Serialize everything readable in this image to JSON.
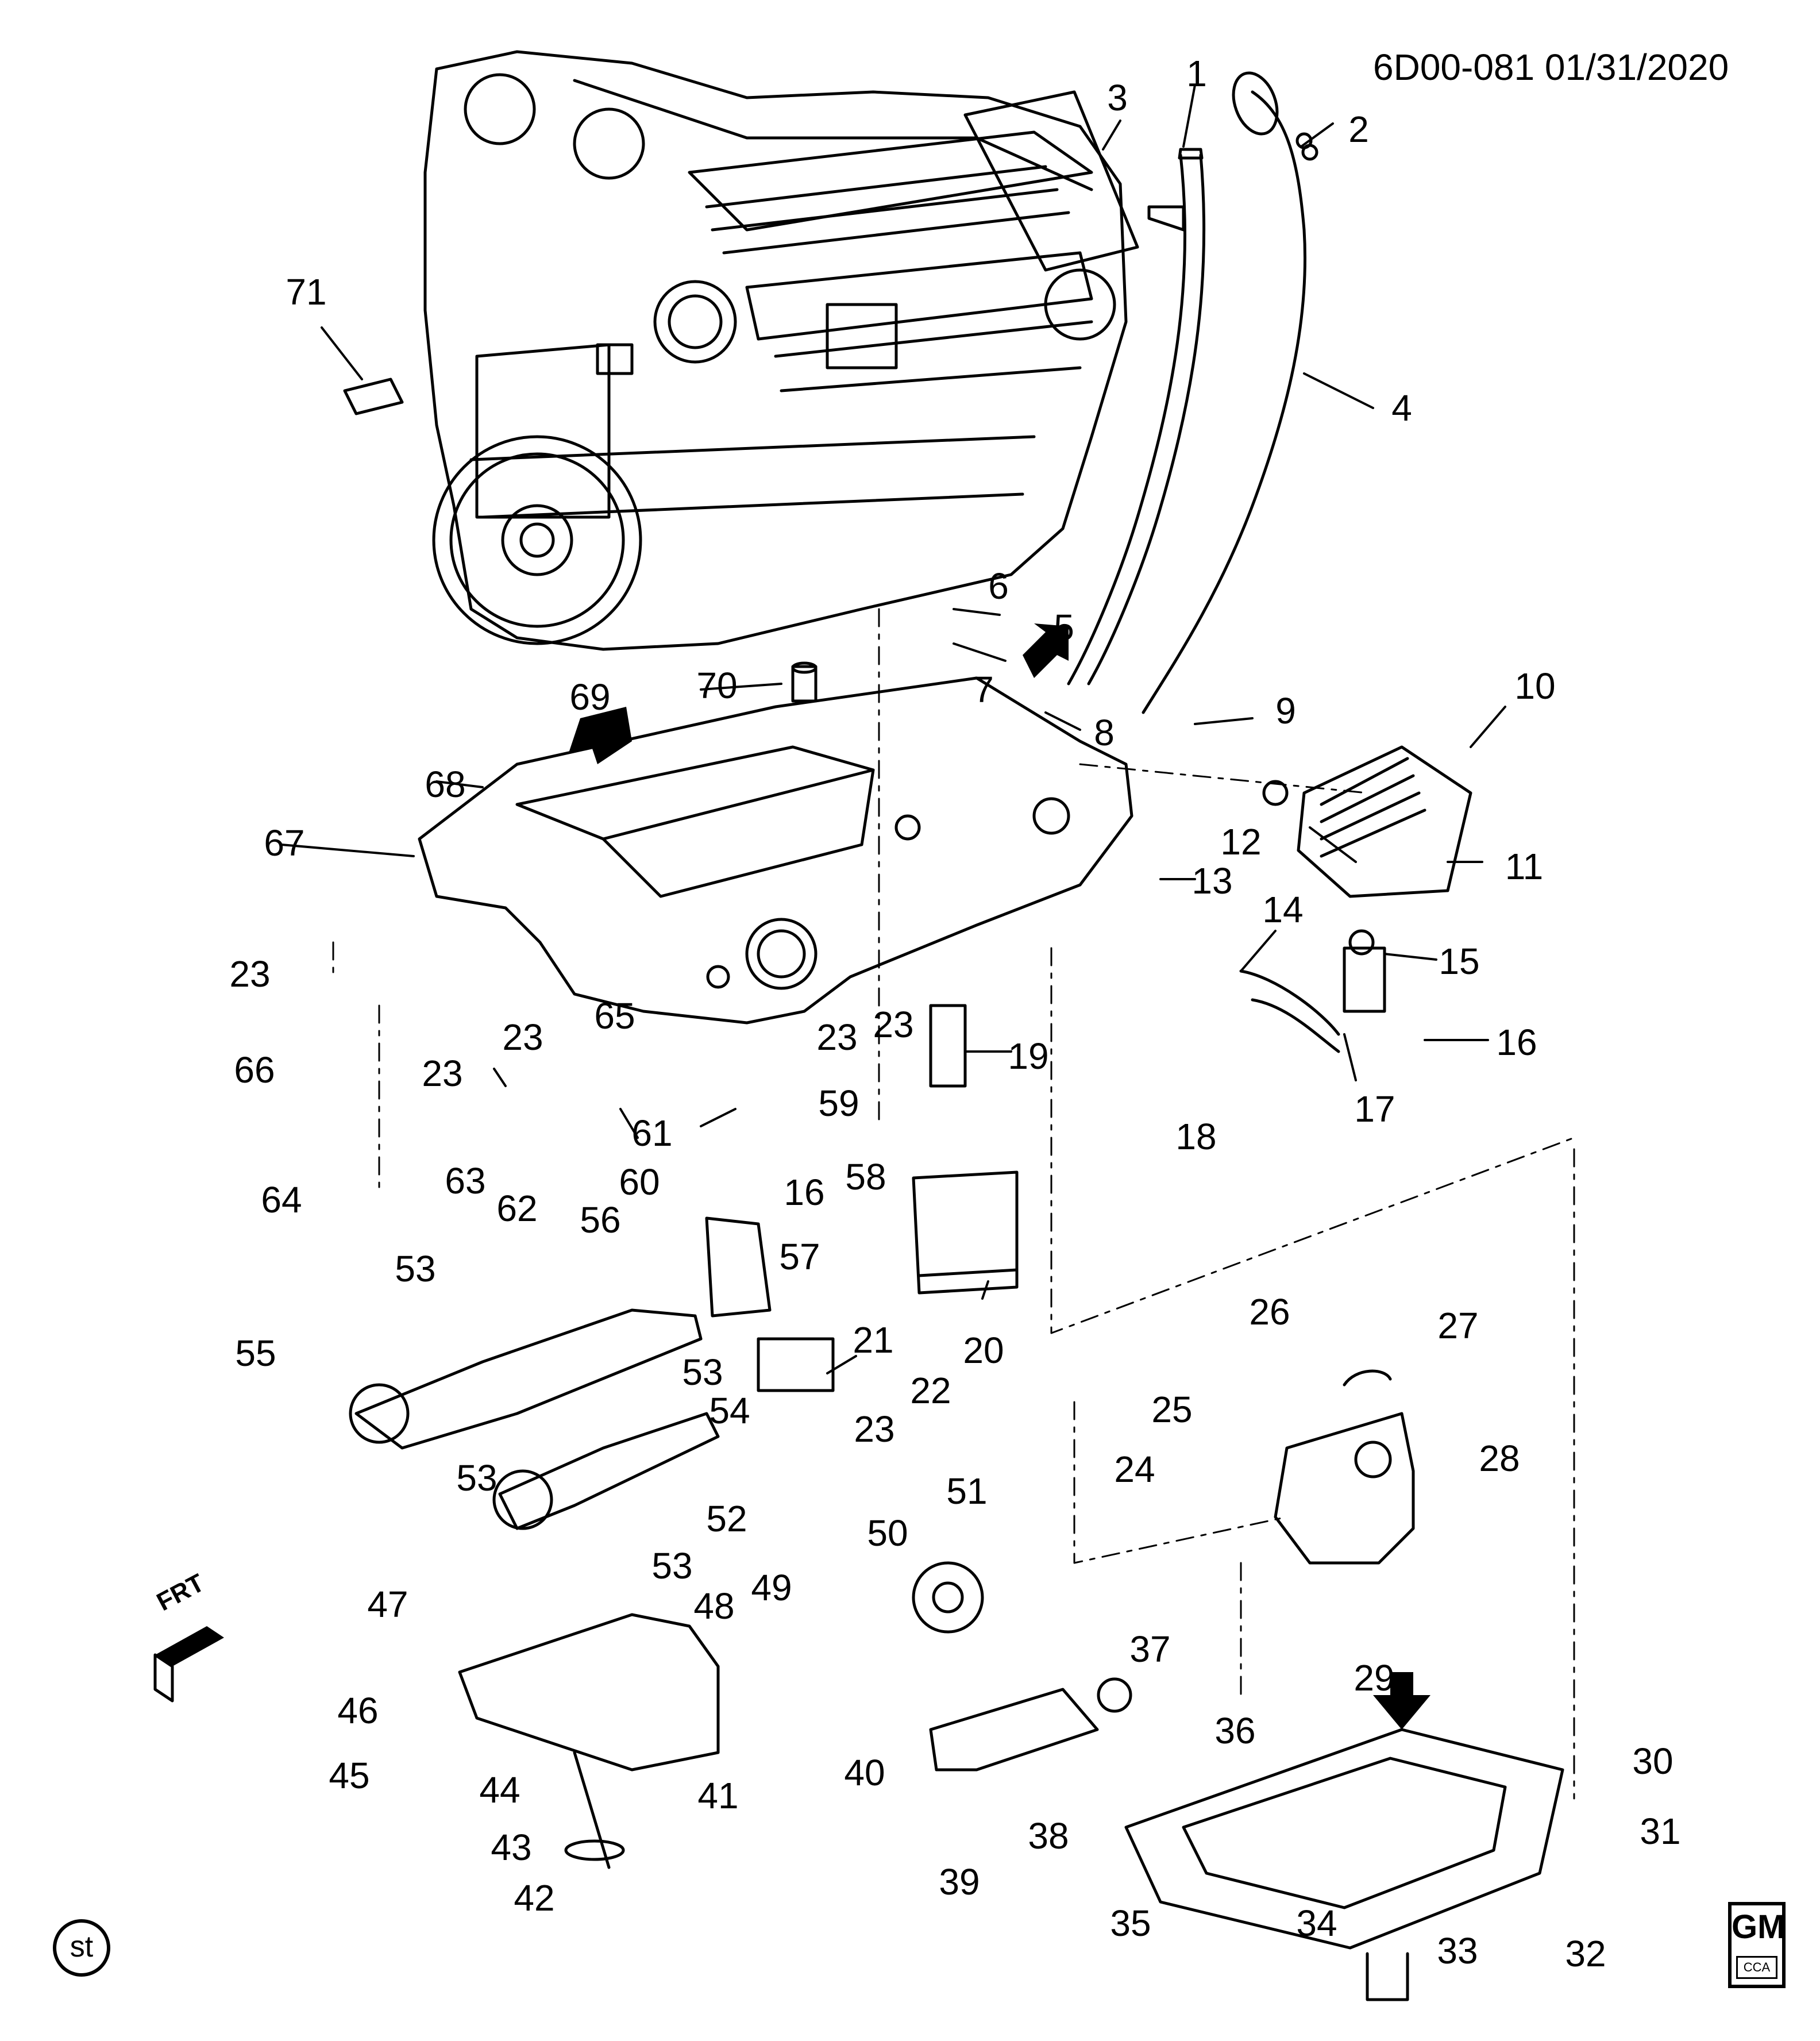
{
  "header": {
    "code": "6D00-081  01/31/2020"
  },
  "badges": {
    "st": "st",
    "gm": "GM",
    "cca": "CCA",
    "front": "FRT"
  },
  "callouts": [
    {
      "id": "c1",
      "label": "1"
    },
    {
      "id": "c2",
      "label": "2"
    },
    {
      "id": "c3",
      "label": "3"
    },
    {
      "id": "c4",
      "label": "4"
    },
    {
      "id": "c5",
      "label": "5"
    },
    {
      "id": "c6",
      "label": "6"
    },
    {
      "id": "c7",
      "label": "7"
    },
    {
      "id": "c8",
      "label": "8"
    },
    {
      "id": "c9",
      "label": "9"
    },
    {
      "id": "c10",
      "label": "10"
    },
    {
      "id": "c11",
      "label": "11"
    },
    {
      "id": "c12",
      "label": "12"
    },
    {
      "id": "c13",
      "label": "13"
    },
    {
      "id": "c14",
      "label": "14"
    },
    {
      "id": "c15",
      "label": "15"
    },
    {
      "id": "c16a",
      "label": "16"
    },
    {
      "id": "c17",
      "label": "17"
    },
    {
      "id": "c18",
      "label": "18"
    },
    {
      "id": "c19",
      "label": "19"
    },
    {
      "id": "c20",
      "label": "20"
    },
    {
      "id": "c21",
      "label": "21"
    },
    {
      "id": "c22",
      "label": "22"
    },
    {
      "id": "c23a",
      "label": "23"
    },
    {
      "id": "c23b",
      "label": "23"
    },
    {
      "id": "c23c",
      "label": "23"
    },
    {
      "id": "c23d",
      "label": "23"
    },
    {
      "id": "c23e",
      "label": "23"
    },
    {
      "id": "c23f",
      "label": "23"
    },
    {
      "id": "c24",
      "label": "24"
    },
    {
      "id": "c25",
      "label": "25"
    },
    {
      "id": "c26",
      "label": "26"
    },
    {
      "id": "c27",
      "label": "27"
    },
    {
      "id": "c28",
      "label": "28"
    },
    {
      "id": "c29",
      "label": "29"
    },
    {
      "id": "c30",
      "label": "30"
    },
    {
      "id": "c31",
      "label": "31"
    },
    {
      "id": "c32",
      "label": "32"
    },
    {
      "id": "c33",
      "label": "33"
    },
    {
      "id": "c34",
      "label": "34"
    },
    {
      "id": "c35",
      "label": "35"
    },
    {
      "id": "c36",
      "label": "36"
    },
    {
      "id": "c37",
      "label": "37"
    },
    {
      "id": "c38",
      "label": "38"
    },
    {
      "id": "c39",
      "label": "39"
    },
    {
      "id": "c40",
      "label": "40"
    },
    {
      "id": "c41",
      "label": "41"
    },
    {
      "id": "c42",
      "label": "42"
    },
    {
      "id": "c43",
      "label": "43"
    },
    {
      "id": "c44",
      "label": "44"
    },
    {
      "id": "c45",
      "label": "45"
    },
    {
      "id": "c46",
      "label": "46"
    },
    {
      "id": "c47",
      "label": "47"
    },
    {
      "id": "c48",
      "label": "48"
    },
    {
      "id": "c49",
      "label": "49"
    },
    {
      "id": "c50",
      "label": "50"
    },
    {
      "id": "c51",
      "label": "51"
    },
    {
      "id": "c52",
      "label": "52"
    },
    {
      "id": "c53a",
      "label": "53"
    },
    {
      "id": "c53b",
      "label": "53"
    },
    {
      "id": "c53c",
      "label": "53"
    },
    {
      "id": "c53d",
      "label": "53"
    },
    {
      "id": "c54",
      "label": "54"
    },
    {
      "id": "c55",
      "label": "55"
    },
    {
      "id": "c56",
      "label": "56"
    },
    {
      "id": "c57",
      "label": "57"
    },
    {
      "id": "c58",
      "label": "58"
    },
    {
      "id": "c59",
      "label": "59"
    },
    {
      "id": "c60",
      "label": "60"
    },
    {
      "id": "c61",
      "label": "61"
    },
    {
      "id": "c62",
      "label": "62"
    },
    {
      "id": "c63",
      "label": "63"
    },
    {
      "id": "c64",
      "label": "64"
    },
    {
      "id": "c65",
      "label": "65"
    },
    {
      "id": "c66",
      "label": "66"
    },
    {
      "id": "c67",
      "label": "67"
    },
    {
      "id": "c68",
      "label": "68"
    },
    {
      "id": "c69",
      "label": "69"
    },
    {
      "id": "c70",
      "label": "70"
    },
    {
      "id": "c71",
      "label": "71"
    },
    {
      "id": "c16b",
      "label": "16"
    }
  ]
}
